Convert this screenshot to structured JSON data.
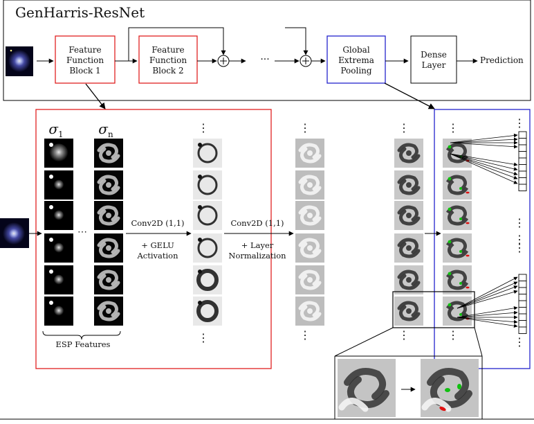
{
  "title": "GenHarris-ResNet",
  "blocks": {
    "ff1": "Feature Function Block 1",
    "ff2": "Feature Function Block 2",
    "gep": "Global Extrema Pooling",
    "dense": "Dense Layer",
    "prediction": "Prediction"
  },
  "ellipsis_h": "···",
  "ellipsis_v": "⋮",
  "detail": {
    "sigma_1": "σ",
    "sigma_1_sub": "1",
    "sigma_n": "σ",
    "sigma_n_sub": "n",
    "conv1_a": "Conv2D (1,1)",
    "conv1_b": "+ GELU",
    "conv1_c": "Activation",
    "conv2_a": "Conv2D (1,1)",
    "conv2_b": "+ Layer",
    "conv2_c": "Normalization",
    "esp_label": "ESP Features",
    "row_dots": "⋯"
  },
  "colors": {
    "feature_block": "#e02020",
    "pooling_block": "#2222cc",
    "maxima_marker": "#10c010",
    "minima_marker": "#e01010"
  }
}
